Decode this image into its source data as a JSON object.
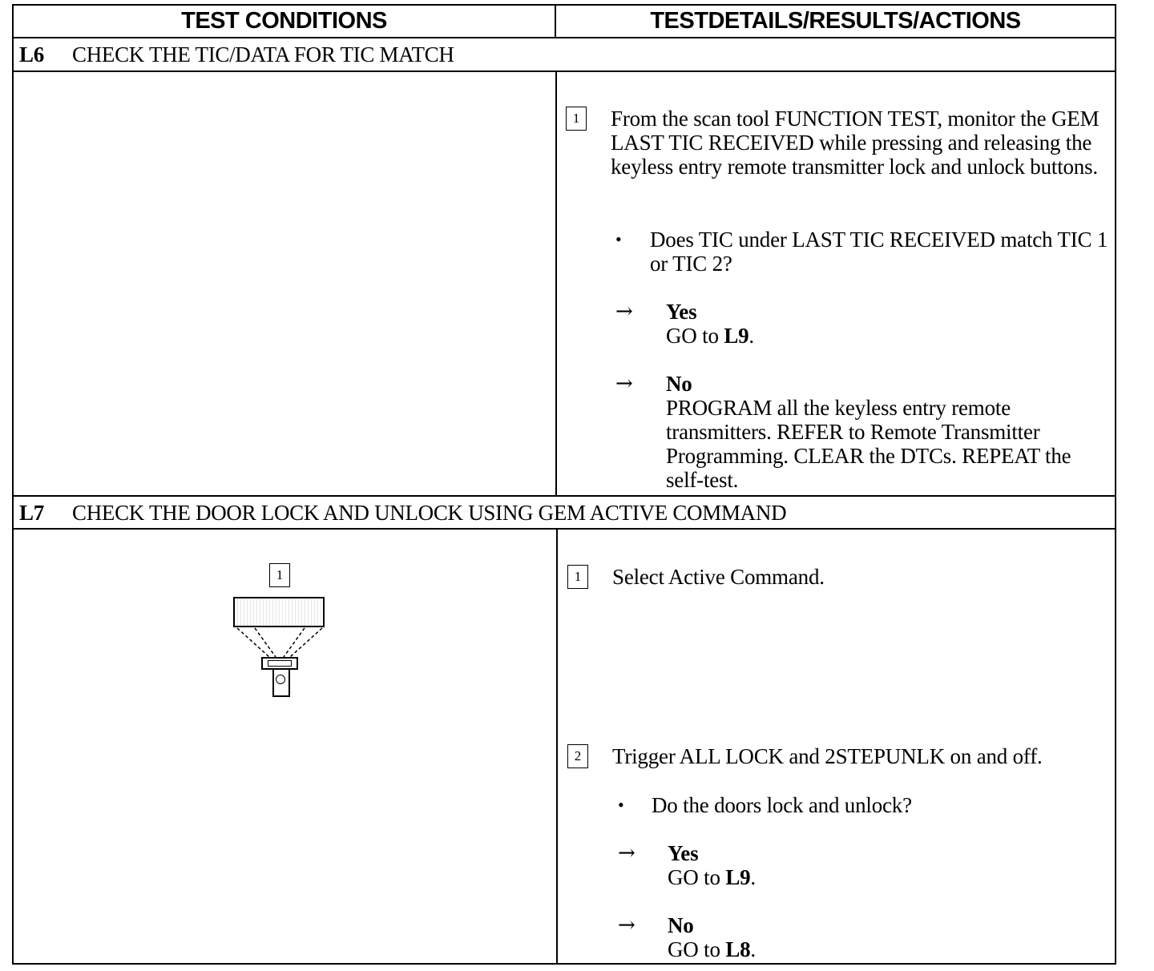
{
  "header": {
    "col1": "TEST CONDITIONS",
    "col2": "TESTDETAILS/RESULTS/ACTIONS"
  },
  "sections": [
    {
      "id": "L6",
      "title": "CHECK THE TIC/DATA FOR TIC MATCH",
      "steps": [
        {
          "number": "1",
          "text": "From the scan tool FUNCTION TEST, monitor the GEM LAST TIC RECEIVED while pressing and releasing the keyless entry remote transmitter lock and unlock buttons.",
          "question": "Does TIC under LAST TIC RECEIVED match TIC 1 or TIC 2?",
          "yes": {
            "label": "Yes",
            "action": "GO to ",
            "target": "L9",
            "end": "."
          },
          "no": {
            "label": "No",
            "action": "PROGRAM all the keyless entry remote transmitters. REFER to Remote Transmitter Programming.  CLEAR the DTCs. REPEAT the self-test."
          }
        }
      ]
    },
    {
      "id": "L7",
      "title": "CHECK THE DOOR LOCK AND UNLOCK USING GEM ACTIVE COMMAND",
      "illustration": {
        "step_number": "1",
        "icon": "scan-tool-icon"
      },
      "steps": [
        {
          "number": "1",
          "text": "Select Active Command."
        },
        {
          "number": "2",
          "text": "Trigger ALL LOCK and 2STEPUNLK on and off.",
          "question": "Do the doors lock and unlock?",
          "yes": {
            "label": "Yes",
            "action": "GO to ",
            "target": "L9",
            "end": "."
          },
          "no": {
            "label": "No",
            "action": "GO to ",
            "target": "L8",
            "end": "."
          }
        }
      ]
    }
  ],
  "symbols": {
    "arrow": "→",
    "bullet": "•"
  }
}
